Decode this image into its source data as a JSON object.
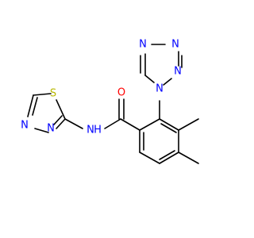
{
  "molecule": {
    "atoms": [
      {
        "id": "n_t1",
        "label": "N",
        "color": "#0000ff"
      },
      {
        "id": "n_t2",
        "label": "N",
        "color": "#0000ff"
      },
      {
        "id": "n_t3",
        "label": "N",
        "color": "#0000ff"
      },
      {
        "id": "n_t4",
        "label": "N",
        "color": "#0000ff"
      },
      {
        "id": "o",
        "label": "O",
        "color": "#ff0000"
      },
      {
        "id": "n_td1",
        "label": "N",
        "color": "#0000ff"
      },
      {
        "id": "n_td2",
        "label": "N",
        "color": "#0000ff"
      },
      {
        "id": "s",
        "label": "S",
        "color": "#b8b800"
      },
      {
        "id": "nh",
        "label": "N",
        "color": "#0000ff"
      },
      {
        "id": "h",
        "label": "H",
        "color": "#0000ff"
      }
    ]
  }
}
